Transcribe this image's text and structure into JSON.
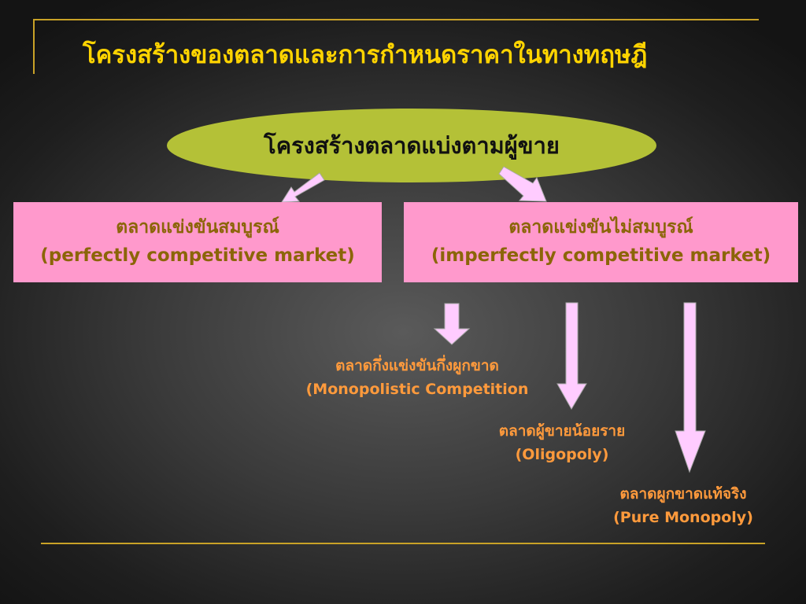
{
  "slide": {
    "title": "โครงสร้างของตลาดและการกำหนดราคาในทางทฤษฎี",
    "root_label": "โครงสร้างตลาดแบ่งตามผู้ขาย",
    "perfect": {
      "thai": "ตลาดแข่งขันสมบูรณ์",
      "english": "(perfectly competitive market)"
    },
    "imperfect": {
      "thai": "ตลาดแข่งขันไม่สมบูรณ์",
      "english": "(imperfectly competitive market)"
    },
    "sub_types": [
      {
        "thai": "ตลาดกึ่งแข่งขันกึ่งผูกขาด",
        "english": "(Monopolistic Competition"
      },
      {
        "thai": "ตลาดผู้ขายน้อยราย",
        "english": "(Oligopoly)"
      },
      {
        "thai": "ตลาดผูกขาดแท้จริง",
        "english": "(Pure Monopoly)"
      }
    ]
  },
  "colors": {
    "title": "#ffd400",
    "ellipse": "#b4c137",
    "box_fill": "#ff99cc",
    "box_text": "#8b6508",
    "sub_text": "#ff9a3c",
    "arrow_fill": "#ffccff",
    "rule": "#c9a227"
  }
}
